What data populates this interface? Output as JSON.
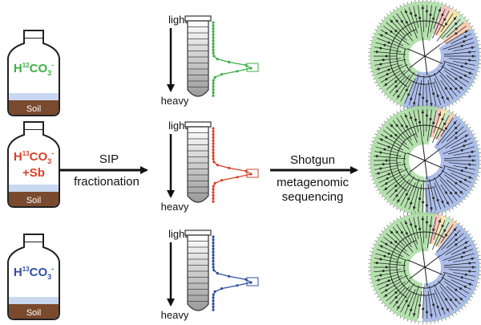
{
  "bottles": [
    {
      "label_prefix": "H",
      "label_iso": "12",
      "label_main": "CO",
      "label_sub": "3",
      "label_sup": "-",
      "label_extra": "",
      "label_color": "#3cb043",
      "soil_label": "Soil"
    },
    {
      "label_prefix": "H",
      "label_iso": "13",
      "label_main": "CO",
      "label_sub": "3",
      "label_sup": "-",
      "label_extra": "+Sb",
      "label_color": "#d9402a",
      "soil_label": "Soil"
    },
    {
      "label_prefix": "H",
      "label_iso": "13",
      "label_main": "CO",
      "label_sub": "3",
      "label_sup": "-",
      "label_extra": "",
      "label_color": "#2f4fa0",
      "soil_label": "Soil"
    }
  ],
  "step1": {
    "line1": "SIP",
    "line2": "fractionation"
  },
  "step2": {
    "line1": "Shotgun",
    "line2": "metagenomic",
    "line3": "sequencing"
  },
  "tubes": [
    {
      "light_label": "light",
      "heavy_label": "heavy",
      "curve_color": "#3cb043"
    },
    {
      "light_label": "light",
      "heavy_label": "heavy",
      "curve_color": "#d9402a"
    },
    {
      "light_label": "light",
      "heavy_label": "heavy",
      "curve_color": "#2f4fa0"
    }
  ],
  "colors": {
    "soil": "#7a4a2e",
    "water": "#c9d8f0",
    "green_ring": "#a8dca0",
    "blue_ring": "#9fb3e6",
    "pink": "#f6b9b9",
    "arrow": "#111111"
  }
}
